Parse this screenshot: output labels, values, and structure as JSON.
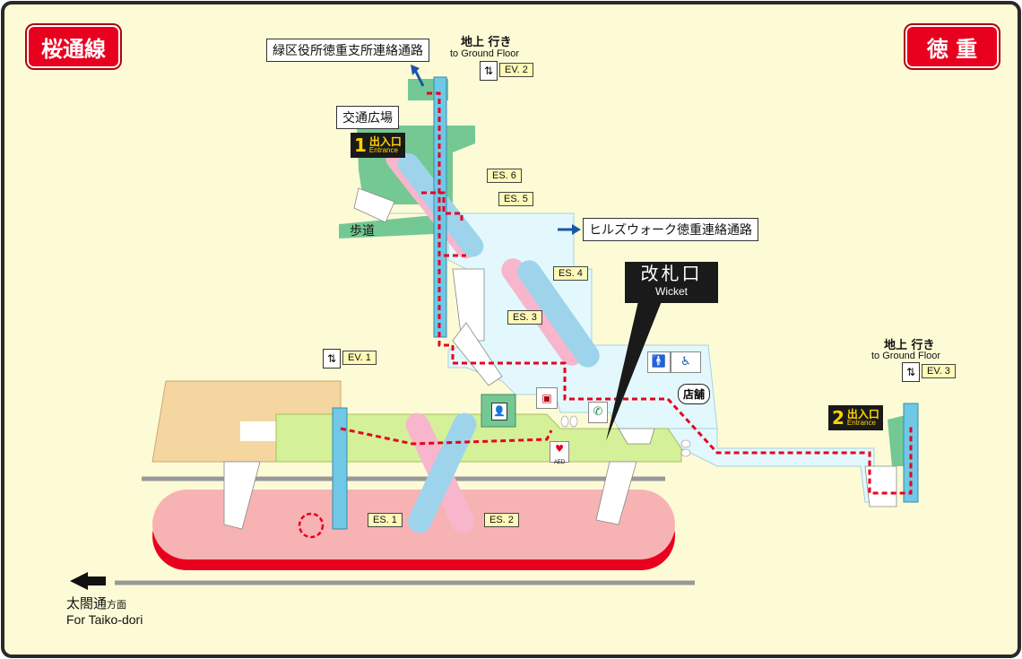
{
  "line_tag": {
    "text": "桜通線",
    "color": "#e8001e"
  },
  "station_tag": {
    "text": "徳 重",
    "color": "#e8001e"
  },
  "signs": {
    "ward_office": "緑区役所徳重支所連絡通路",
    "plaza": "交通広場",
    "sidewalk": "歩道",
    "hills_walk": "ヒルズウォーク徳重連絡通路",
    "ground_jp_1": "地上 行き",
    "ground_en_1": "to Ground Floor",
    "ground_jp_2": "地上 行き",
    "ground_en_2": "to Ground Floor",
    "direction_jp": "太閤通",
    "direction_jp_small": "方面",
    "direction_en": "For Taiko-dori",
    "store": "店舗"
  },
  "entrances": [
    {
      "number": "1",
      "jp": "出入口",
      "en": "Entrance"
    },
    {
      "number": "2",
      "jp": "出入口",
      "en": "Entrance"
    }
  ],
  "wicket": {
    "jp": "改札口",
    "en": "Wicket"
  },
  "elevators": [
    "EV. 1",
    "EV. 2",
    "EV. 3"
  ],
  "escalators": [
    "ES. 1",
    "ES. 2",
    "ES. 3",
    "ES. 4",
    "ES. 5",
    "ES. 6"
  ],
  "icons": {
    "elevator": "elevator-icon",
    "restroom": "restroom-icon",
    "accessible_toilet": "accessible-toilet-icon",
    "phone": "phone-icon",
    "aed": "aed-icon",
    "aed_text": "AED",
    "ticket_machine": "ticket-machine-icon",
    "station_office": "station-office-icon"
  },
  "colors": {
    "frame": "#2a2a2a",
    "background": "#fdfbd6",
    "platform": "#f7b3b3",
    "platform_edge": "#e8001e",
    "concourse": "#d4f098",
    "concourse_floor": "#e2f8fc",
    "elevator_shaft": "#6ec8e6",
    "escalator_blue": "#9dd4ec",
    "escalator_pink": "#f7b6cc",
    "surface_green": "#74c894",
    "annex": "#f5d6a0",
    "route": "#e8001e",
    "arrow": "#1a56a8"
  }
}
